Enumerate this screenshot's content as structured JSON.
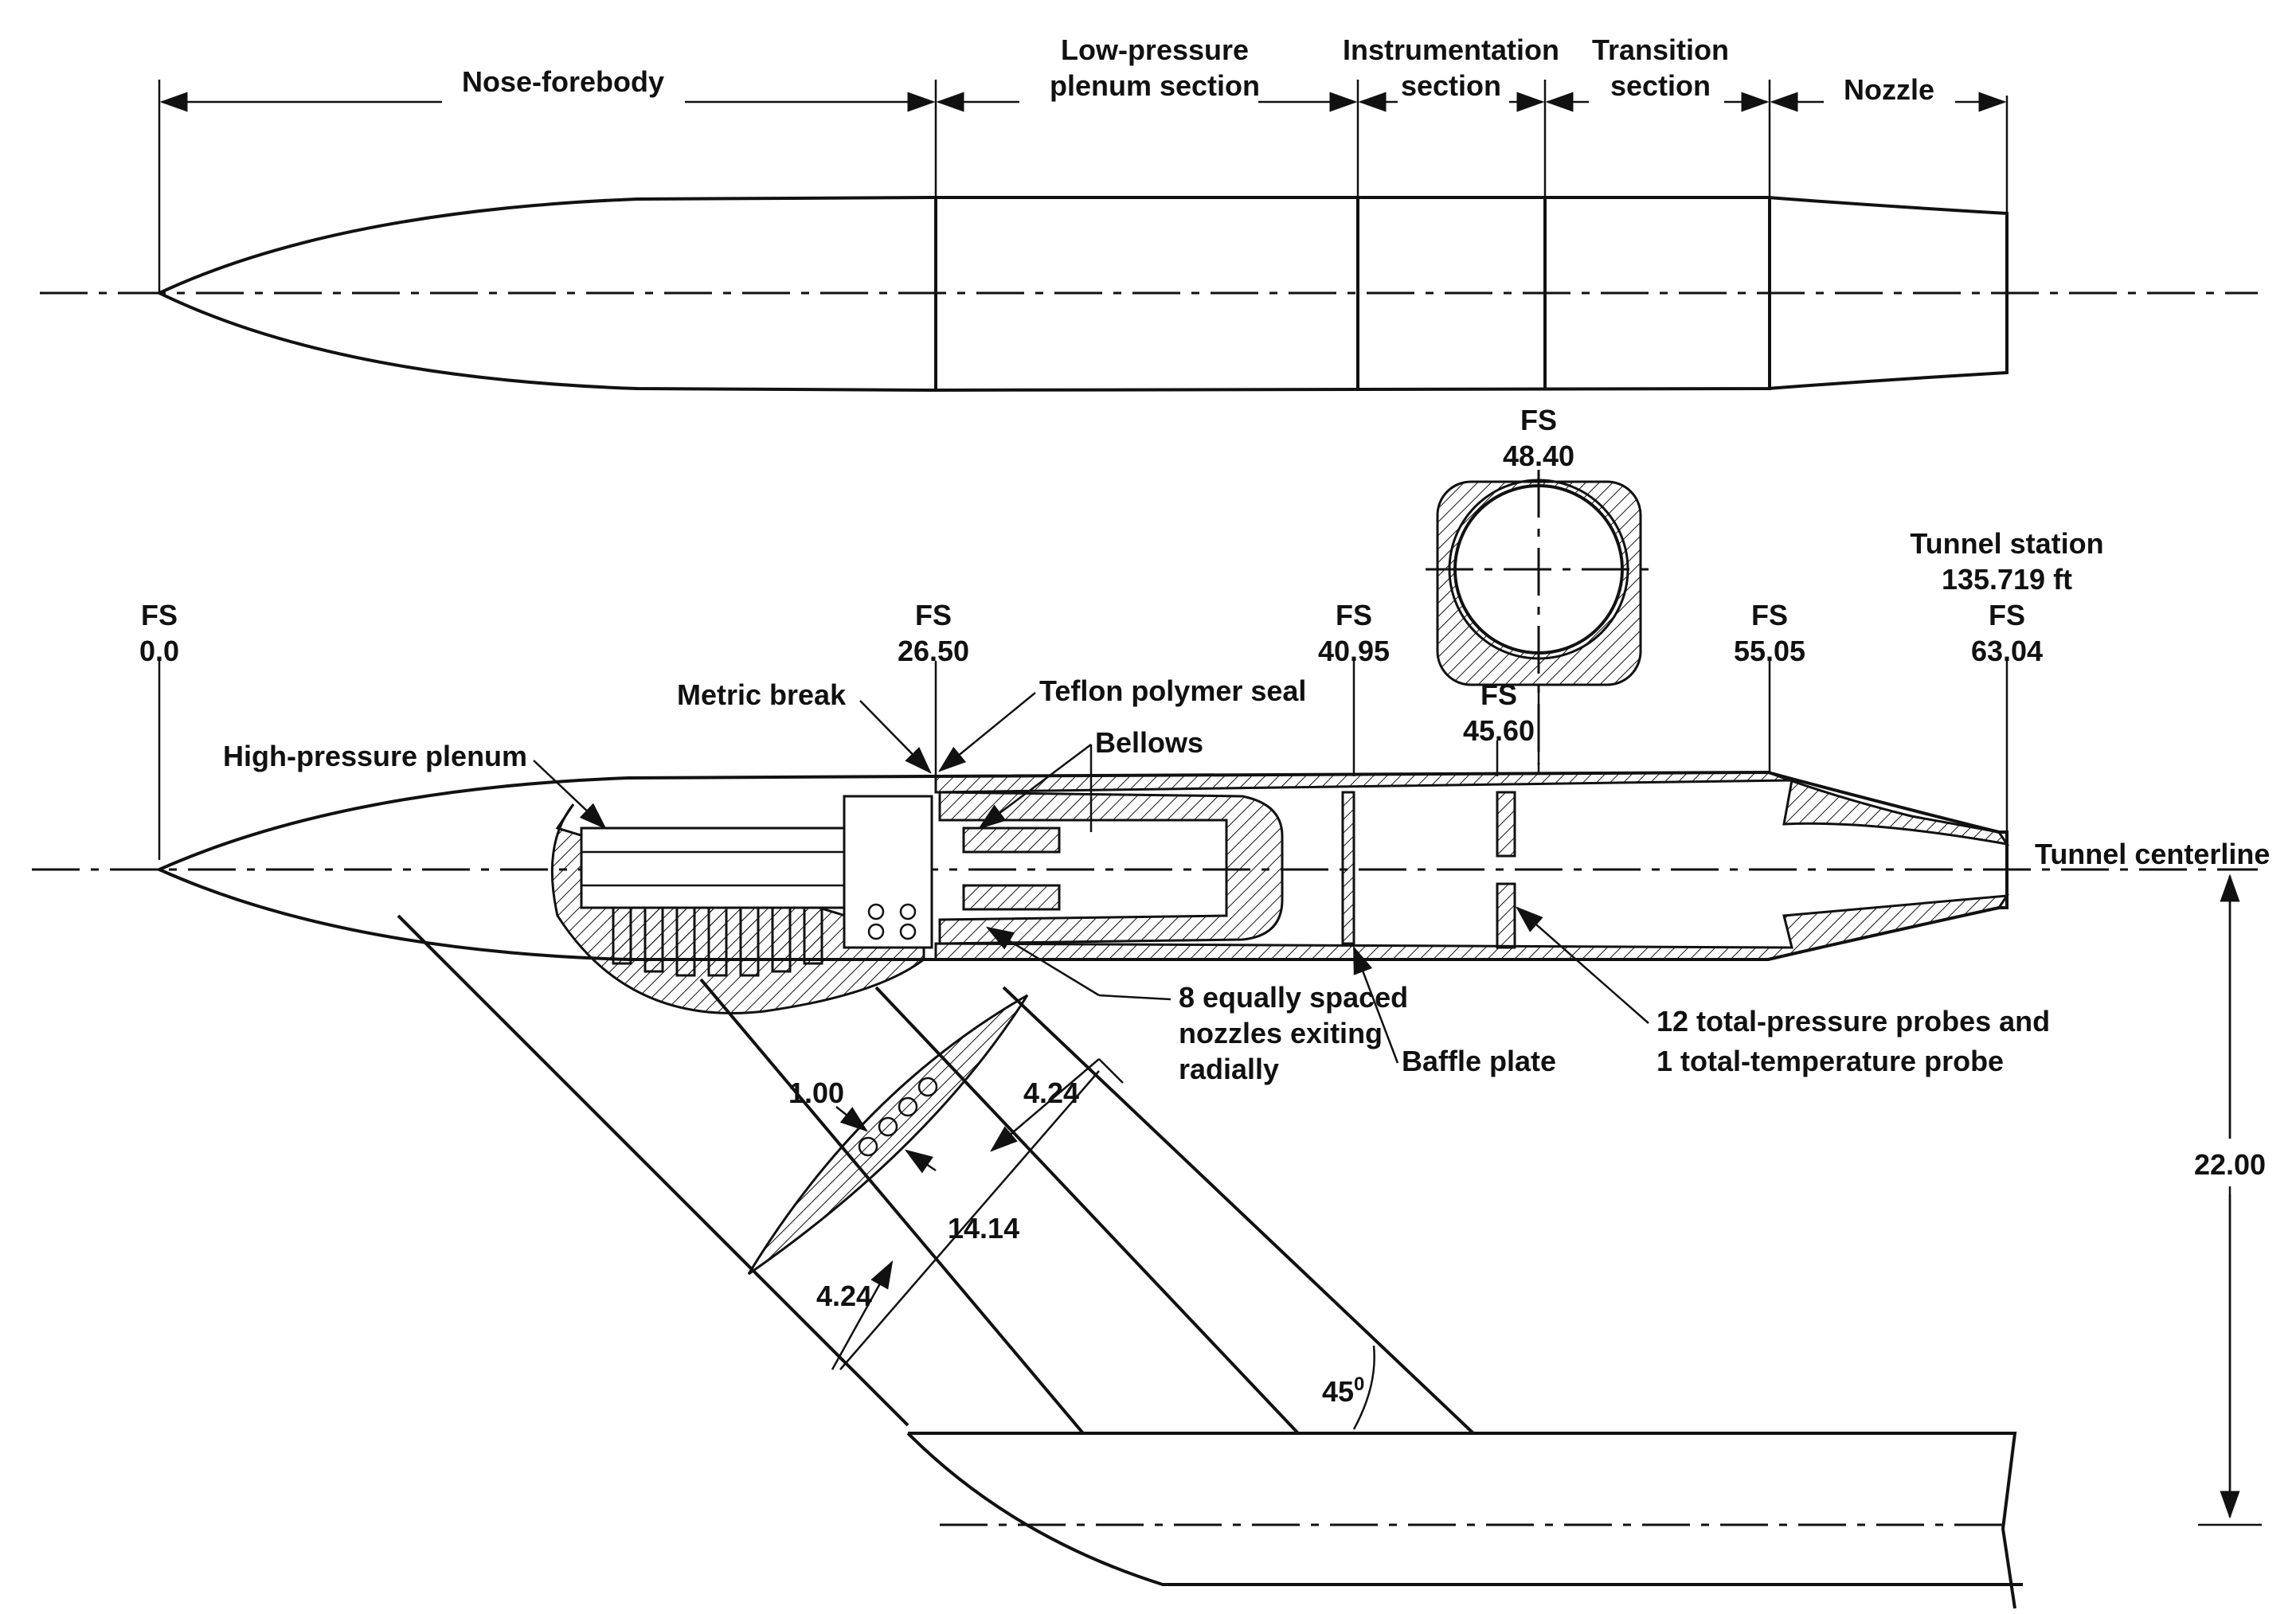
{
  "top_view": {
    "sections": [
      {
        "key": "nose",
        "label": "Nose-forebody"
      },
      {
        "key": "lpp",
        "label": "Low-pressure plenum section"
      },
      {
        "key": "instr",
        "label": "Instrumentation section"
      },
      {
        "key": "trans",
        "label": "Transition section"
      },
      {
        "key": "nozzle",
        "label": "Nozzle"
      }
    ]
  },
  "stations": [
    {
      "prefix": "FS",
      "value": "0.0"
    },
    {
      "prefix": "FS",
      "value": "26.50"
    },
    {
      "prefix": "FS",
      "value": "40.95"
    },
    {
      "prefix": "FS",
      "value": "45.60"
    },
    {
      "prefix": "FS",
      "value": "48.40"
    },
    {
      "prefix": "FS",
      "value": "55.05"
    },
    {
      "prefix": "FS",
      "value": "63.04"
    }
  ],
  "tunnel_station": {
    "line1": "Tunnel station",
    "line2": "135.719 ft"
  },
  "callouts": {
    "metric_break": "Metric break",
    "teflon": "Teflon polymer seal",
    "bellows": "Bellows",
    "hp_plenum": "High-pressure plenum",
    "tunnel_centerline": "Tunnel centerline",
    "nozzles_l1": "8 equally spaced",
    "nozzles_l2": "nozzles exiting",
    "nozzles_l3": "radially",
    "baffle": "Baffle plate",
    "probes_l1": "12 total-pressure probes and",
    "probes_l2": "1 total-temperature probe"
  },
  "dimensions": {
    "d_1_00": "1.00",
    "d_4_24_upper": "4.24",
    "d_14_14": "14.14",
    "d_4_24_lower": "4.24",
    "d_22_00": "22.00",
    "angle": "45",
    "angle_unit": "0"
  }
}
